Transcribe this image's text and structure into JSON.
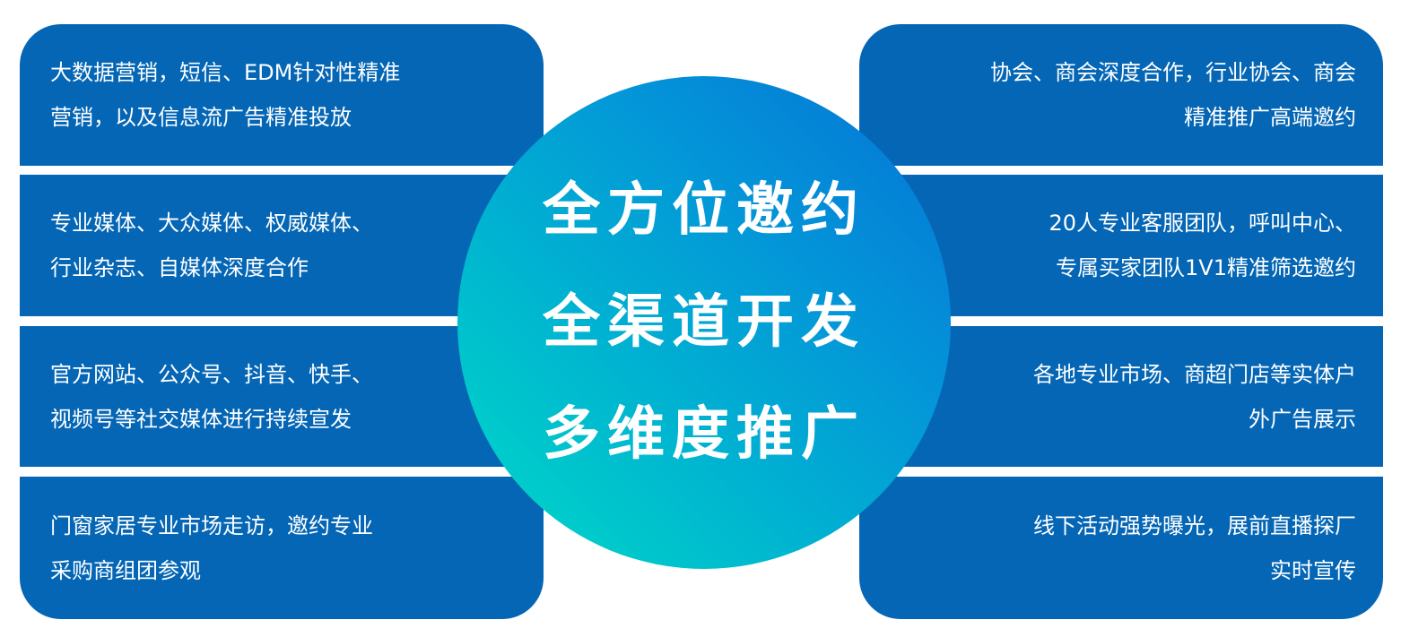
{
  "colors": {
    "box": "#0466b5",
    "circle_start": "#00dcc6",
    "circle_end": "#0672d6"
  },
  "center": {
    "lines": [
      "全方位邀约",
      "全渠道开发",
      "多维度推广"
    ]
  },
  "left": [
    {
      "lines": [
        "大数据营销，短信、EDM针对性精准",
        "营销，以及信息流广告精准投放"
      ]
    },
    {
      "lines": [
        "专业媒体、大众媒体、权威媒体、",
        "行业杂志、自媒体深度合作"
      ]
    },
    {
      "lines": [
        "官方网站、公众号、抖音、快手、",
        "视频号等社交媒体进行持续宣发"
      ]
    },
    {
      "lines": [
        "门窗家居专业市场走访，邀约专业",
        "采购商组团参观"
      ]
    }
  ],
  "right": [
    {
      "lines": [
        "协会、商会深度合作，行业协会、商会",
        "精准推广高端邀约"
      ]
    },
    {
      "lines": [
        "20人专业客服团队，呼叫中心、",
        "专属买家团队1V1精准筛选邀约"
      ]
    },
    {
      "lines": [
        "各地专业市场、商超门店等实体户",
        "外广告展示"
      ]
    },
    {
      "lines": [
        "线下活动强势曝光，展前直播探厂",
        "实时宣传"
      ]
    }
  ]
}
